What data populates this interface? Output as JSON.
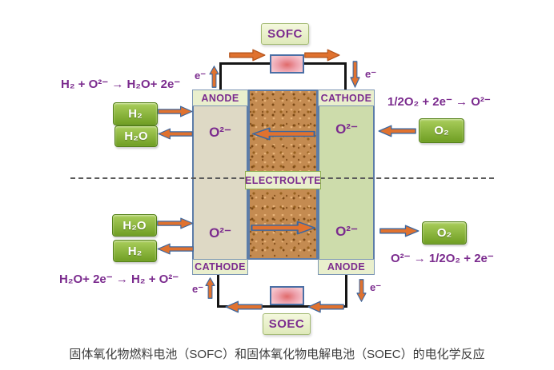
{
  "caption": "固体氧化物燃料电池（SOFC）和固体氧化物电解电池（SOEC）的电化学反应",
  "colors": {
    "purple_text": "#7b2b8e",
    "arrow_orange": "#e0722f",
    "gas_box_green": "#8ab637",
    "electrode_label_bg": "#e9efcd",
    "anode_column_bg": "#ded9c5",
    "cathode_column_bg": "#cddcab",
    "electrolyte_brown": "#c48b51",
    "wire_black": "#151515",
    "load_pink": "#eda0ab"
  },
  "cell": {
    "electrolyte_label": "ELECTROLYTE",
    "oxygen_ion": "O²⁻",
    "electron": "e⁻"
  },
  "sofc": {
    "title": "SOFC",
    "fuel_electrode_label": "ANODE",
    "air_electrode_label": "CATHODE",
    "anode_reaction": "H₂ + O²⁻ → H₂O+ 2e⁻",
    "cathode_reaction": "1/2O₂ + 2e⁻ → O²⁻",
    "h2_in": "H₂",
    "h2o_out": "H₂O",
    "o2_in": "O₂"
  },
  "soec": {
    "title": "SOEC",
    "fuel_electrode_label": "CATHODE",
    "air_electrode_label": "ANODE",
    "cathode_reaction": "H₂O+ 2e⁻ → H₂ + O²⁻",
    "anode_reaction": "O²⁻ → 1/2O₂ + 2e⁻",
    "h2o_in": "H₂O",
    "h2_out": "H₂",
    "o2_out": "O₂"
  }
}
